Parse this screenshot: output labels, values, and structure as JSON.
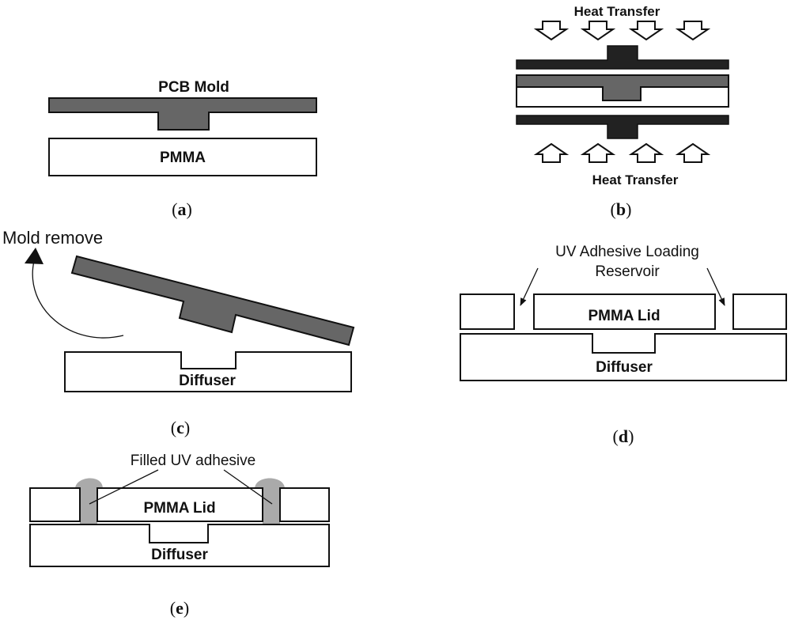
{
  "panel_a": {
    "mold_label": "PCB Mold",
    "substrate_label": "PMMA",
    "caption_letter": "a"
  },
  "panel_b": {
    "top_label": "Heat Transfer",
    "bottom_label": "Heat Transfer",
    "caption_letter": "b"
  },
  "panel_c": {
    "action_label": "Mold remove",
    "substrate_label": "Diffuser",
    "caption_letter": "c"
  },
  "panel_d": {
    "reservoir_label_line1": "UV Adhesive Loading",
    "reservoir_label_line2": "Reservoir",
    "lid_label": "PMMA Lid",
    "substrate_label": "Diffuser",
    "caption_letter": "d"
  },
  "panel_e": {
    "adhesive_label": "Filled UV adhesive",
    "lid_label": "PMMA Lid",
    "substrate_label": "Diffuser",
    "caption_letter": "e"
  },
  "colors": {
    "mold_gray": "#666666",
    "heater_black": "#222222",
    "adhesive_gray": "#aaaaaa"
  }
}
